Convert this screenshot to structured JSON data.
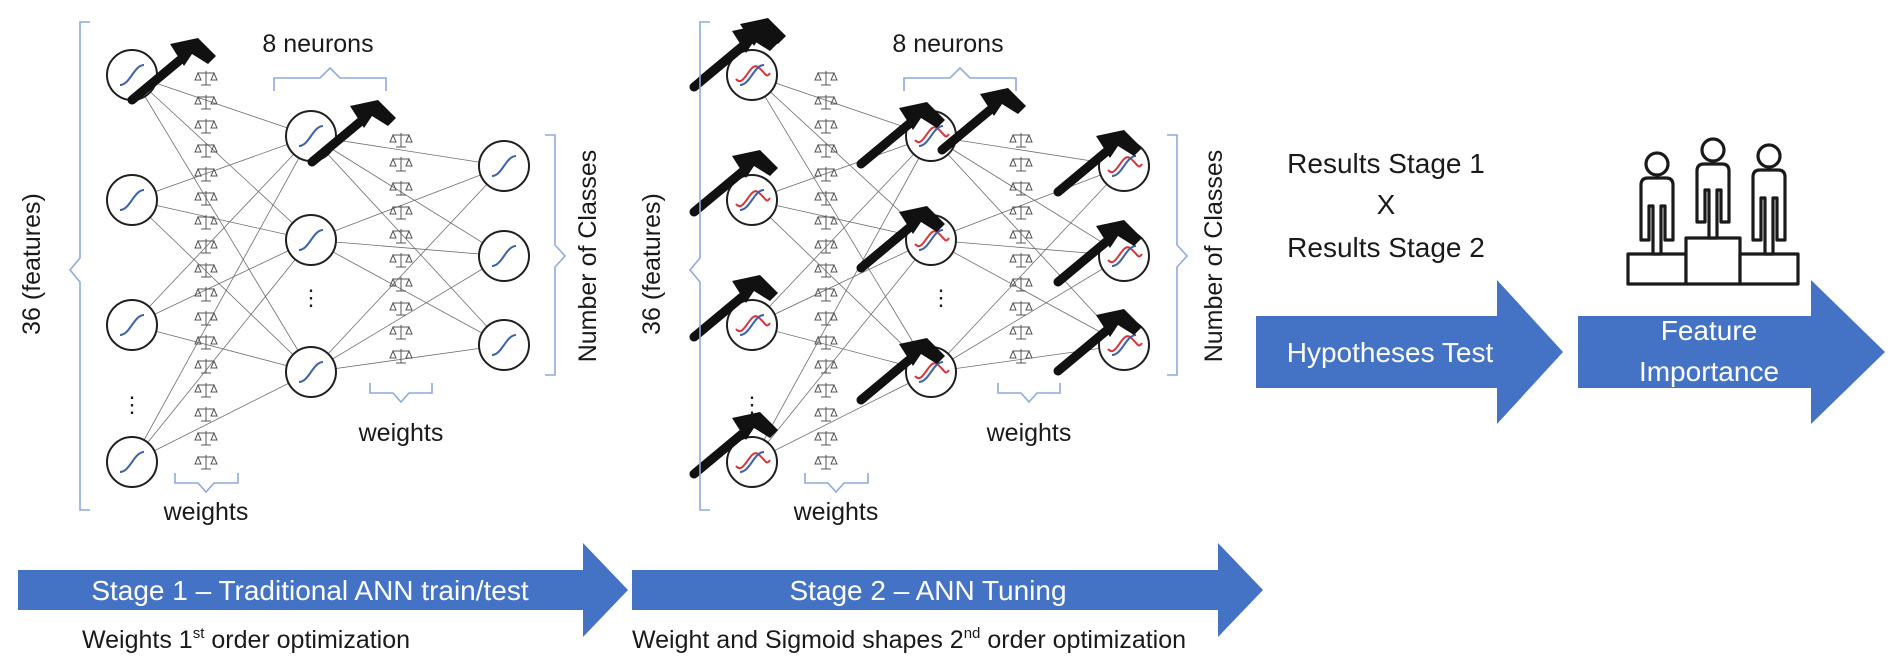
{
  "colors": {
    "arrow_fill": "#4472c4",
    "bracket": "#8faadc",
    "sigmoid_original": "#3f63a8",
    "sigmoid_tuned": "#d9343a"
  },
  "icons": {
    "neuron": "sigmoid-neuron-icon",
    "weight": "balance-scale-icon",
    "tuning": "hammer-icon",
    "ranking": "podium-icon"
  },
  "stage1": {
    "hidden_label": "8 neurons",
    "input_label": "36 (features)",
    "output_label": "Number of Classes",
    "weights_label_1": "weights",
    "weights_label_2": "weights",
    "input_ellipsis": "⋮",
    "hidden_ellipsis": "⋮",
    "arrow_label": "Stage 1 – Traditional ANN train/test",
    "caption_pre": "Weights 1",
    "caption_sup": "st",
    "caption_post": " order optimization"
  },
  "stage2": {
    "hidden_label": "8 neurons",
    "input_label": "36 (features)",
    "output_label": "Number of Classes",
    "weights_label_1": "weights",
    "weights_label_2": "weights",
    "input_ellipsis": "⋮",
    "hidden_ellipsis": "⋮",
    "arrow_label": "Stage 2 – ANN Tuning",
    "caption_pre": "Weight and Sigmoid shapes 2",
    "caption_sup": "nd",
    "caption_post": "  order optimization"
  },
  "results": {
    "line1": "Results Stage 1",
    "line2": "X",
    "line3": "Results Stage 2"
  },
  "hypotheses": {
    "label": "Hypotheses Test"
  },
  "feature": {
    "line1": "Feature",
    "line2": "Importance"
  }
}
